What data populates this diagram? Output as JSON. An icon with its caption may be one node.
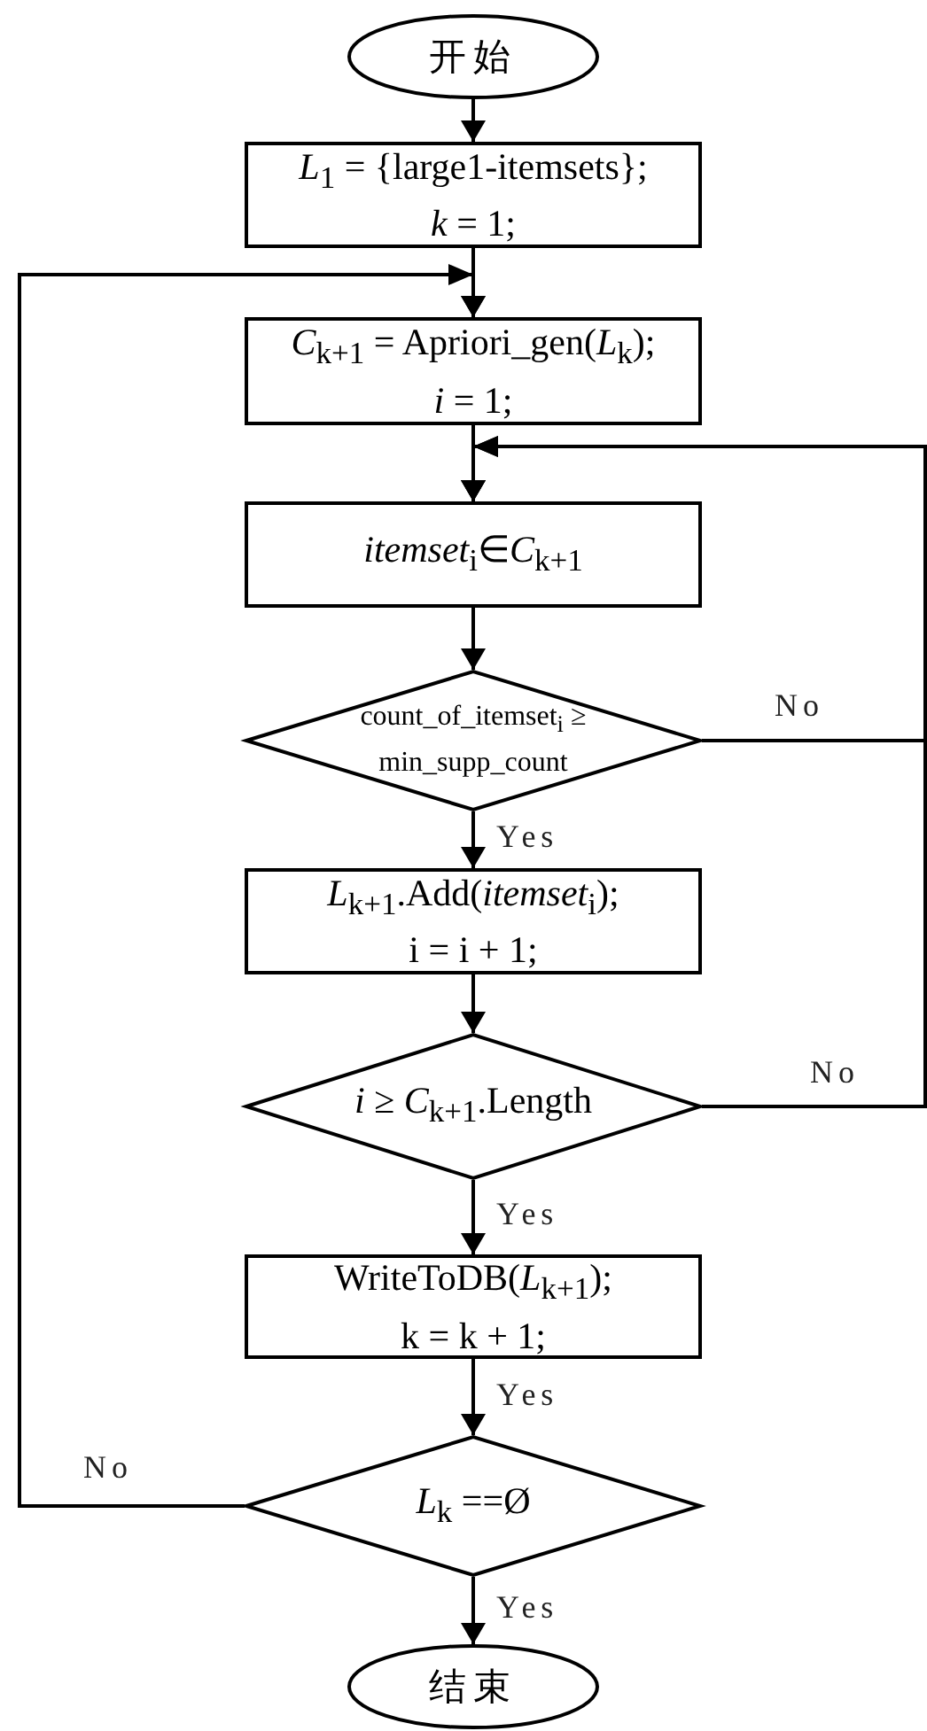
{
  "diagram": {
    "nodes": [
      {
        "text": [
          "开始"
        ]
      },
      {
        "text": [
          "*L*$_{1}$ = {large1-itemsets};",
          "*k* = 1;"
        ]
      },
      {
        "text": [
          "*C*$_{k+1}$ = Apriori_gen(*L*$_{k}$);",
          "*i* = 1;"
        ]
      },
      {
        "text": [
          "*itemset*$_{i}$∈*C*$_{k+1}$"
        ]
      },
      {
        "text": [
          "count_of_itemset$_{i}$ ≥ min_supp_count"
        ]
      },
      {
        "text": [
          "*L*$_{k+1}$.Add(*itemset*$_{i}$);",
          "i = i + 1;"
        ]
      },
      {
        "text": [
          "*i* ≥ *C*$_{k+1}$.Length"
        ]
      },
      {
        "text": [
          "WriteToDB(*L*$_{k+1}$);",
          "k = k + 1;"
        ]
      },
      {
        "text": [
          "*L*$_{k}$ ==Ø"
        ]
      },
      {
        "text": [
          "结束"
        ]
      }
    ],
    "edges": [
      {
        "from": 0,
        "to": 1,
        "arrow": "to"
      },
      {
        "from": 1,
        "to": 2,
        "arrow": "to"
      },
      {
        "from": 2,
        "to": 3,
        "arrow": "to"
      },
      {
        "from": 3,
        "to": 4,
        "arrow": "to"
      },
      {
        "from": 4,
        "to": 5,
        "arrow": "to",
        "label": "Yes"
      },
      {
        "from": 4,
        "to": 3,
        "arrow": "to",
        "label": "No"
      },
      {
        "from": 5,
        "to": 6,
        "arrow": "to"
      },
      {
        "from": 6,
        "to": 7,
        "arrow": "to",
        "label": "Yes"
      },
      {
        "from": 6,
        "to": 3,
        "arrow": "to",
        "label": "No"
      },
      {
        "from": 7,
        "to": 8,
        "arrow": "to",
        "label": "Yes"
      },
      {
        "from": 8,
        "to": 2,
        "arrow": "to",
        "label": "No"
      },
      {
        "from": 8,
        "to": 9,
        "arrow": "to",
        "label": "Yes"
      }
    ]
  }
}
